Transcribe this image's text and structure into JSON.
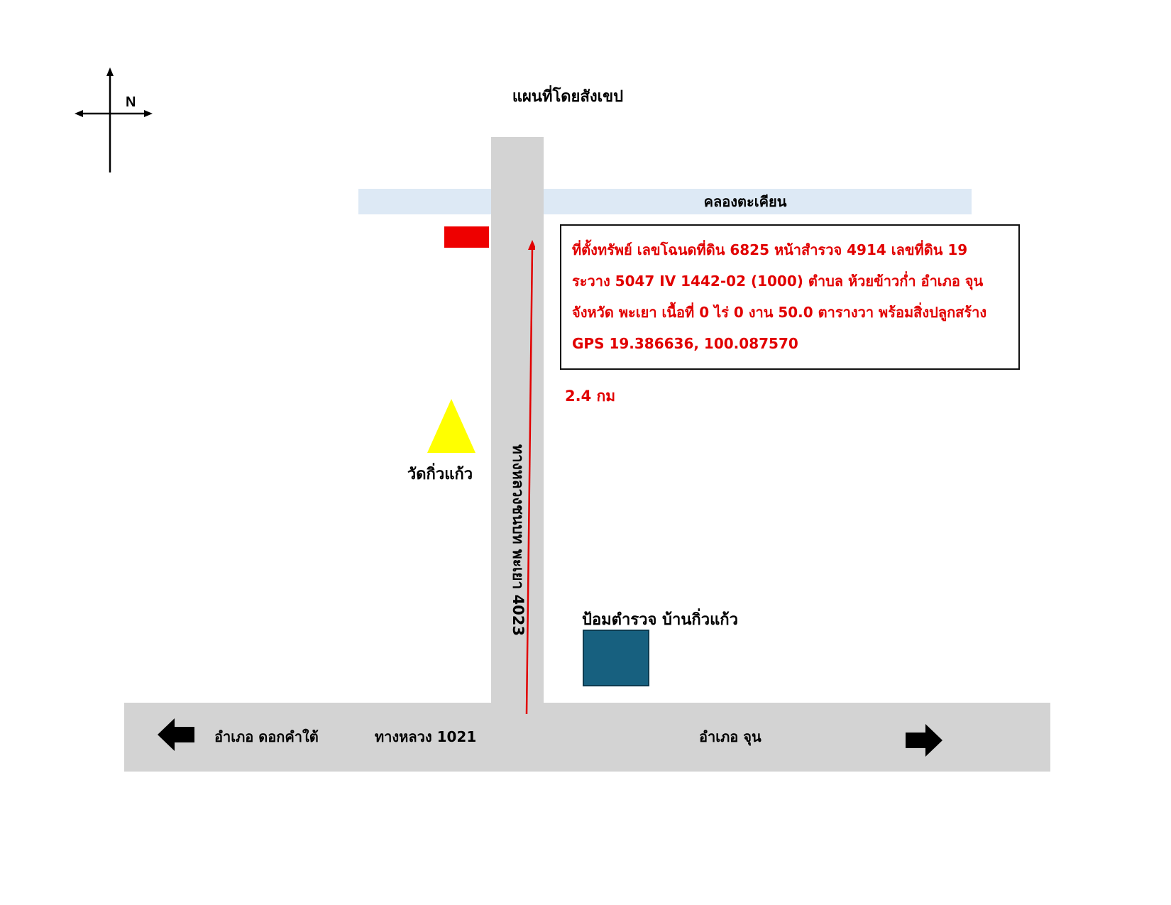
{
  "title": "แผนที่โดยสังเขป",
  "compass": {
    "north_label": "N"
  },
  "canal": {
    "label": "คลองตะเคียน",
    "color": "#dde9f5"
  },
  "roads": {
    "vertical_label": "ทางหลวงชนบท พะเยา 4023",
    "horizontal_label": "ทางหลวง 1021",
    "left_destination": "อำเภอ ดอกคำใต้",
    "right_destination": "อำเภอ จุน",
    "color": "#d3d3d3"
  },
  "property": {
    "marker_color": "#ee0000",
    "lines": [
      "ที่ตั้งทรัพย์ เลขโฉนดที่ดิน 6825 หน้าสำรวจ 4914 เลขที่ดิน 19",
      "ระวาง 5047 IV 1442-02 (1000) ตำบล ห้วยข้าวก่ำ อำเภอ จุน",
      "จังหวัด พะเยา เนื้อที่ 0 ไร่ 0 งาน 50.0 ตารางวา พร้อมสิ่งปลูกสร้าง",
      "GPS 19.386636, 100.087570"
    ],
    "text_color": "#e10000"
  },
  "route": {
    "distance_label": "2.4 กม",
    "color": "#e10000"
  },
  "landmarks": {
    "temple": {
      "label": "วัดกิ่วแก้ว",
      "color": "#ffff00"
    },
    "police": {
      "label": "ป้อมตำรวจ บ้านกิ่วแก้ว",
      "color": "#17607f"
    }
  }
}
